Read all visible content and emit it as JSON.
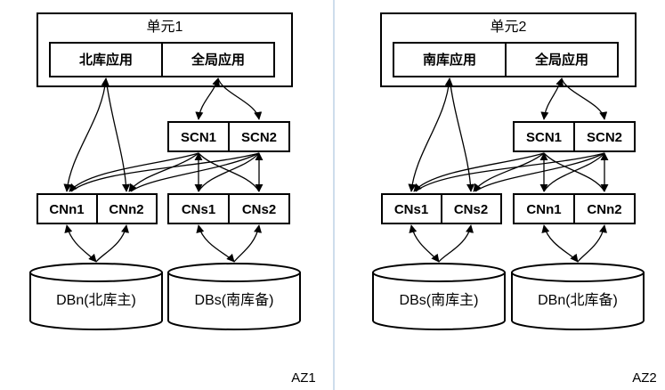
{
  "colors": {
    "stroke": "#000000",
    "divider": "#9dbbd8",
    "background": "#ffffff"
  },
  "zones": [
    {
      "unit_title": "单元1",
      "app_left": "北库应用",
      "app_right": "全局应用",
      "scn": [
        "SCN1",
        "SCN2"
      ],
      "cn_left": [
        "CNn1",
        "CNn2"
      ],
      "cn_right": [
        "CNs1",
        "CNs2"
      ],
      "db_left": "DBn(北库主)",
      "db_right": "DBs(南库备)",
      "az": "AZ1"
    },
    {
      "unit_title": "单元2",
      "app_left": "南库应用",
      "app_right": "全局应用",
      "scn": [
        "SCN1",
        "SCN2"
      ],
      "cn_left": [
        "CNs1",
        "CNs2"
      ],
      "cn_right": [
        "CNn1",
        "CNn2"
      ],
      "db_left": "DBs(南库主)",
      "db_right": "DBn(北库备)",
      "az": "AZ2"
    }
  ]
}
